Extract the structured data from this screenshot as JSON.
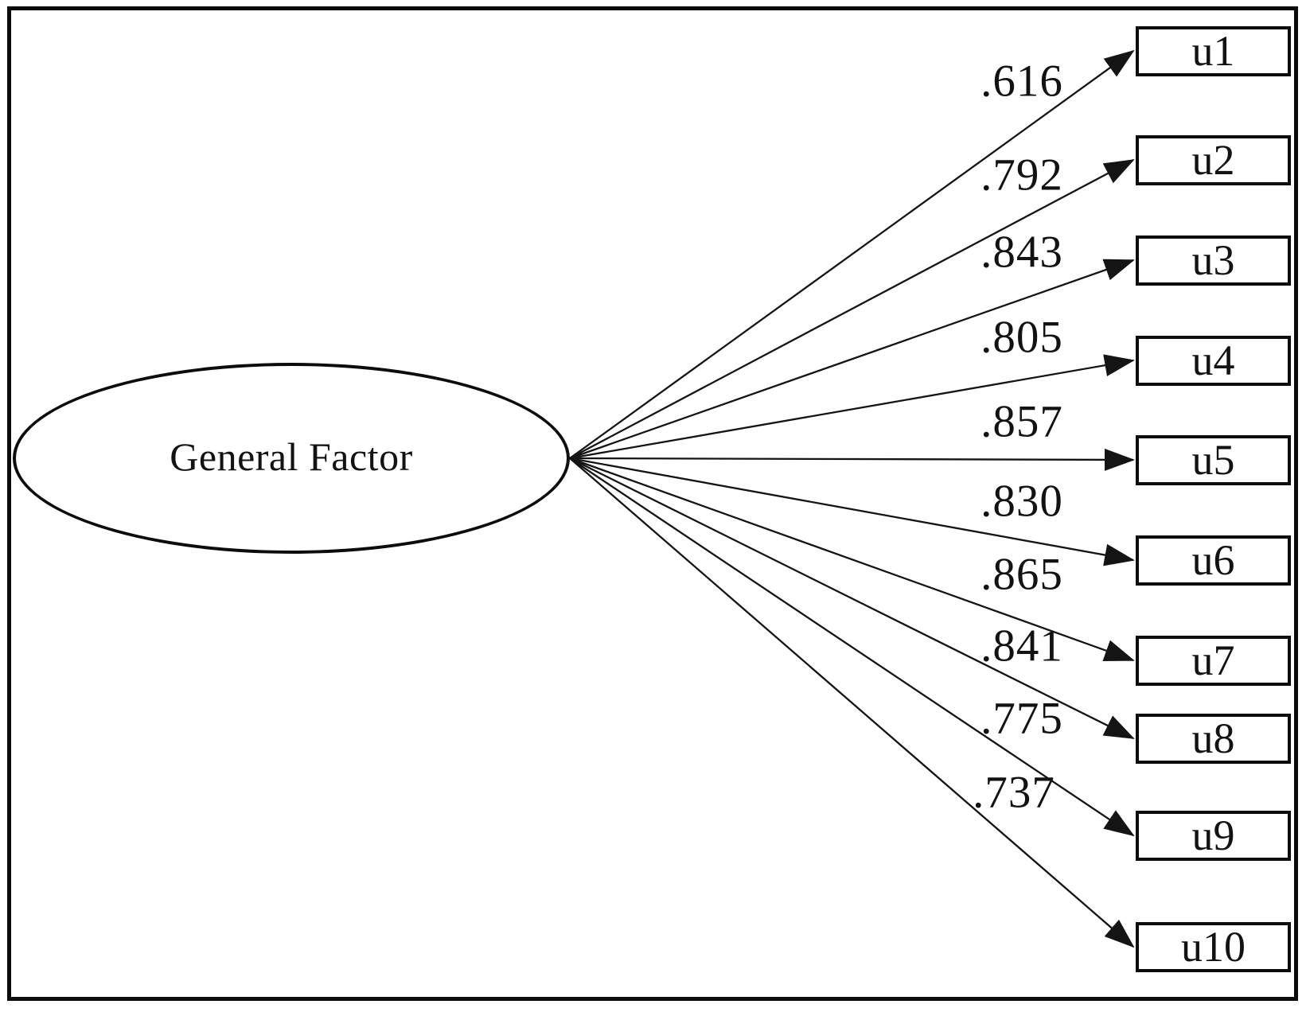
{
  "diagram": {
    "type": "confirmatory-factor-model-path-diagram",
    "factor": {
      "label": "General Factor"
    },
    "indicators": [
      {
        "label": "u1",
        "loading": ".616"
      },
      {
        "label": "u2",
        "loading": ".792"
      },
      {
        "label": "u3",
        "loading": ".843"
      },
      {
        "label": "u4",
        "loading": ".805"
      },
      {
        "label": "u5",
        "loading": ".857"
      },
      {
        "label": "u6",
        "loading": ".830"
      },
      {
        "label": "u7",
        "loading": ".865"
      },
      {
        "label": "u8",
        "loading": ".841"
      },
      {
        "label": "u9",
        "loading": ".775"
      },
      {
        "label": "u10",
        "loading": ".737"
      }
    ],
    "colors": {
      "ink": "#0c0c0c",
      "background": "#ffffff"
    }
  }
}
